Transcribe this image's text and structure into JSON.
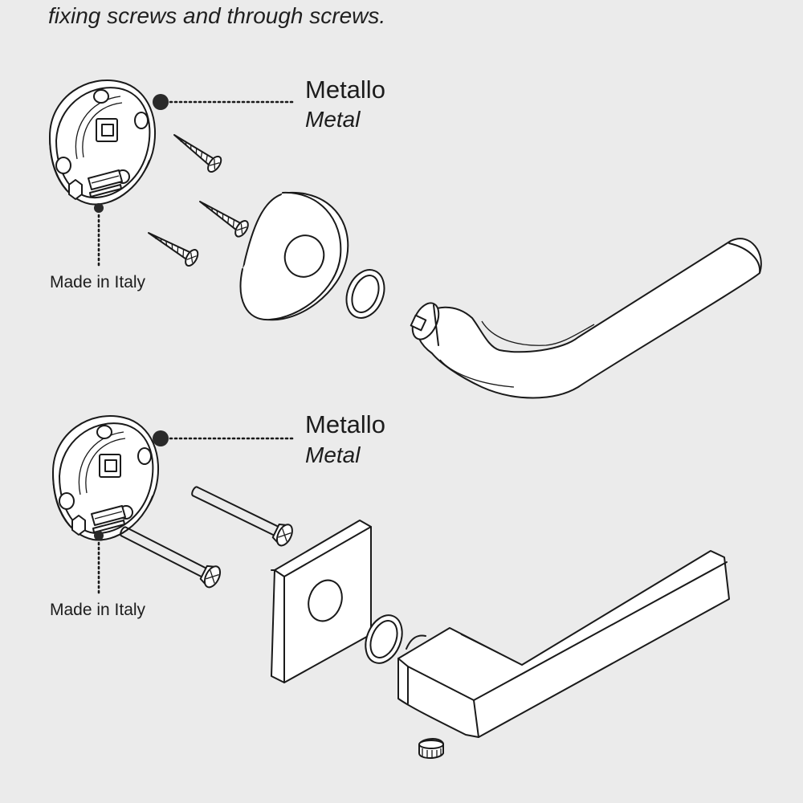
{
  "intro_text": "fixing screws and through screws.",
  "assemblies": [
    {
      "material_it": "Metallo",
      "material_en": "Metal",
      "origin_mark": "Made in Italy"
    },
    {
      "material_it": "Metallo",
      "material_en": "Metal",
      "origin_mark": "Made in Italy"
    }
  ],
  "colors": {
    "background": "#ebebeb",
    "line": "#1a1a1a",
    "callout_dot": "#2a2a2a"
  }
}
